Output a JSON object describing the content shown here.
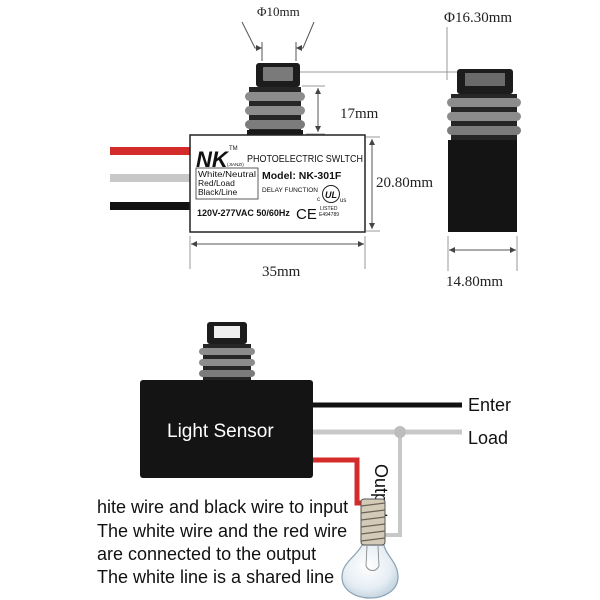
{
  "dimensions": {
    "sensor_diameter": "Φ10mm",
    "head_diameter": "Φ16.30mm",
    "sensor_height": "17mm",
    "body_height": "20.80mm",
    "body_length": "35mm",
    "body_width": "14.80mm"
  },
  "label": {
    "logo": "NK",
    "trademark": "TM",
    "brand": "(JIANZI)",
    "title": "PHOTOELECTRIC SWLTCH",
    "wire_codes": [
      "White/Neutral",
      "Red/Load",
      "Black/Line"
    ],
    "model": "Model: NK-301F",
    "feature": "DELAY FUNCTION",
    "ul_mark": "UL",
    "ul_c": "c",
    "ul_us": "us",
    "listed": "LISTED",
    "listing_number": "E494789",
    "rating": "120V-277VAC 50/60Hz",
    "ce_mark": "CE"
  },
  "wiring": {
    "sensor_label": "Light Sensor",
    "line_in": "Enter",
    "load": "Load",
    "output": "Output",
    "notes": [
      "hite wire and black wire to input",
      "The white wire and the red wire",
      "are connected to the output",
      "The white line is a shared line"
    ]
  },
  "icons": {
    "sensor": "photocell-sensor-icon",
    "lamp": "light-bulb-icon",
    "certification": "ul-listed-icon"
  },
  "colors": {
    "wire_red": "#d42b2b",
    "wire_white": "#c8c8c8",
    "wire_black": "#111111",
    "sensor_body": "#141414"
  }
}
